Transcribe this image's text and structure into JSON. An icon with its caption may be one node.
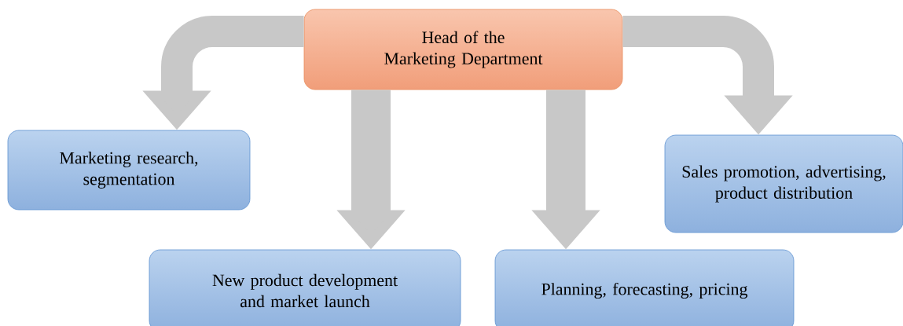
{
  "diagram": {
    "nodes": [
      {
        "text": [
          "Head of the Marketing Department"
        ]
      },
      {
        "text": [
          "Marketing research, segmentation"
        ]
      },
      {
        "text": [
          "New product development and market launch"
        ]
      },
      {
        "text": [
          "Planning, forecasting, pricing"
        ]
      },
      {
        "text": [
          "Sales promotion, advertising, product distribution"
        ]
      }
    ],
    "edges": [
      {
        "from": 0,
        "to": 1,
        "arrow": "to"
      },
      {
        "from": 0,
        "to": 2,
        "arrow": "to"
      },
      {
        "from": 0,
        "to": 3,
        "arrow": "to"
      },
      {
        "from": 0,
        "to": 4,
        "arrow": "to"
      }
    ]
  }
}
